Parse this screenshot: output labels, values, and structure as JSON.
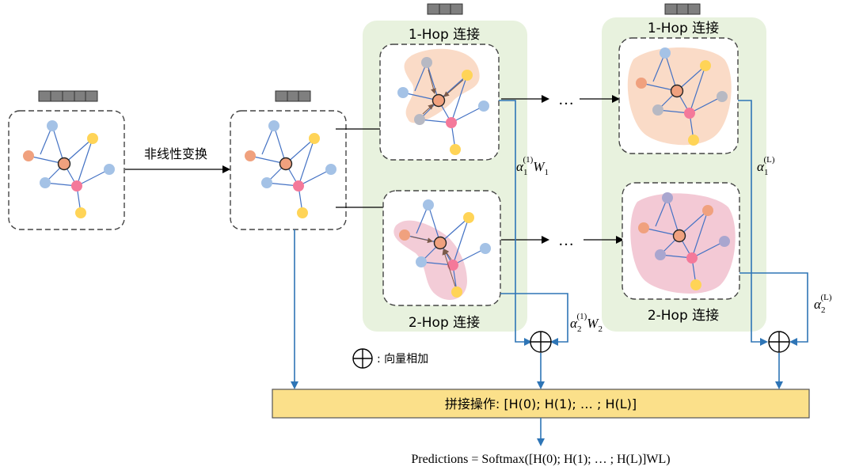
{
  "labels": {
    "transform": "非线性变换",
    "hop1_top": "1-Hop 连接",
    "hop2_bottom": "2-Hop 连接",
    "hopL_top": "1-Hop 连接",
    "hopL_bottom": "2-Hop 连接",
    "ellipsis": "…",
    "legend_add": ": 向量相加",
    "concat_text": "拼接操作: [H(0); H(1); … ; H(L)]",
    "predictions": "Predictions = Softmax([H(0); H(1); … ; H(L)]WL)"
  },
  "math": {
    "alpha": "α",
    "w": "W",
    "sub1": "1",
    "sub2": "2",
    "sup1": "(1)",
    "supL": "(L)",
    "subL": "L",
    "H": "H",
    "sup0": "(0)"
  },
  "colors": {
    "blue_node": "#a4c2e6",
    "orange_node": "#f0a17e",
    "yellow_node": "#ffd457",
    "pink_node": "#f4799a",
    "gray_node": "#b7b9c3",
    "lavender_node": "#a9a6cf",
    "edge": "#4472c4",
    "panel": "#e8f2de",
    "concat_fill": "#fbe08a",
    "arrow_blue": "#2e75b6"
  }
}
